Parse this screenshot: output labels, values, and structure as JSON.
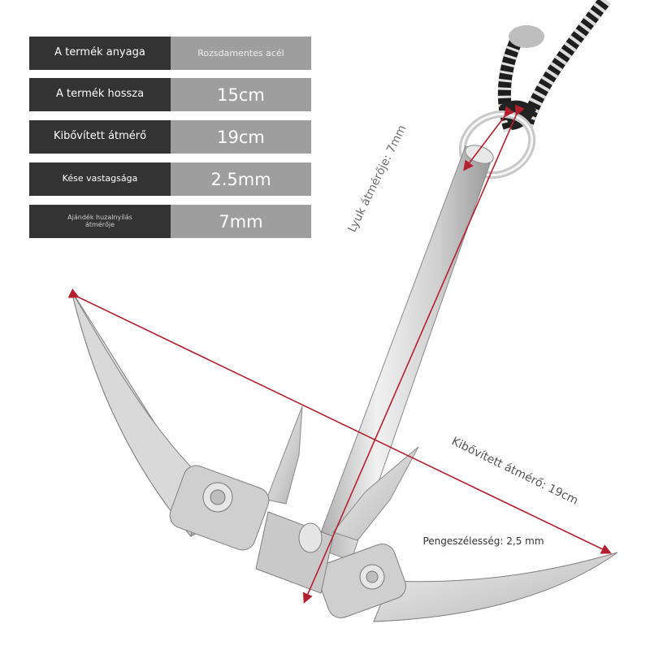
{
  "specs": [
    {
      "label": "A termék anyaga",
      "value": "Rozsdamentes acél"
    },
    {
      "label": "A termék hossza",
      "value": "15cm"
    },
    {
      "label": "Kibővített átmérő",
      "value": "19cm"
    },
    {
      "label": "Kése vastagsága",
      "value": "2.5mm"
    },
    {
      "label": "Ajándék huzalnyílás átmérője",
      "value": "7mm"
    }
  ],
  "annotations": {
    "hole": "Lyuk átmérője: 7mm",
    "diameter": "Kibővített átmérő: 19cm",
    "blade": "Pengeszélesség: 2,5 mm"
  },
  "colors": {
    "label_bg": "#333333",
    "value_bg": "#9e9e9e",
    "arrow": "#b5202e",
    "metal": "#d4d4d4"
  }
}
